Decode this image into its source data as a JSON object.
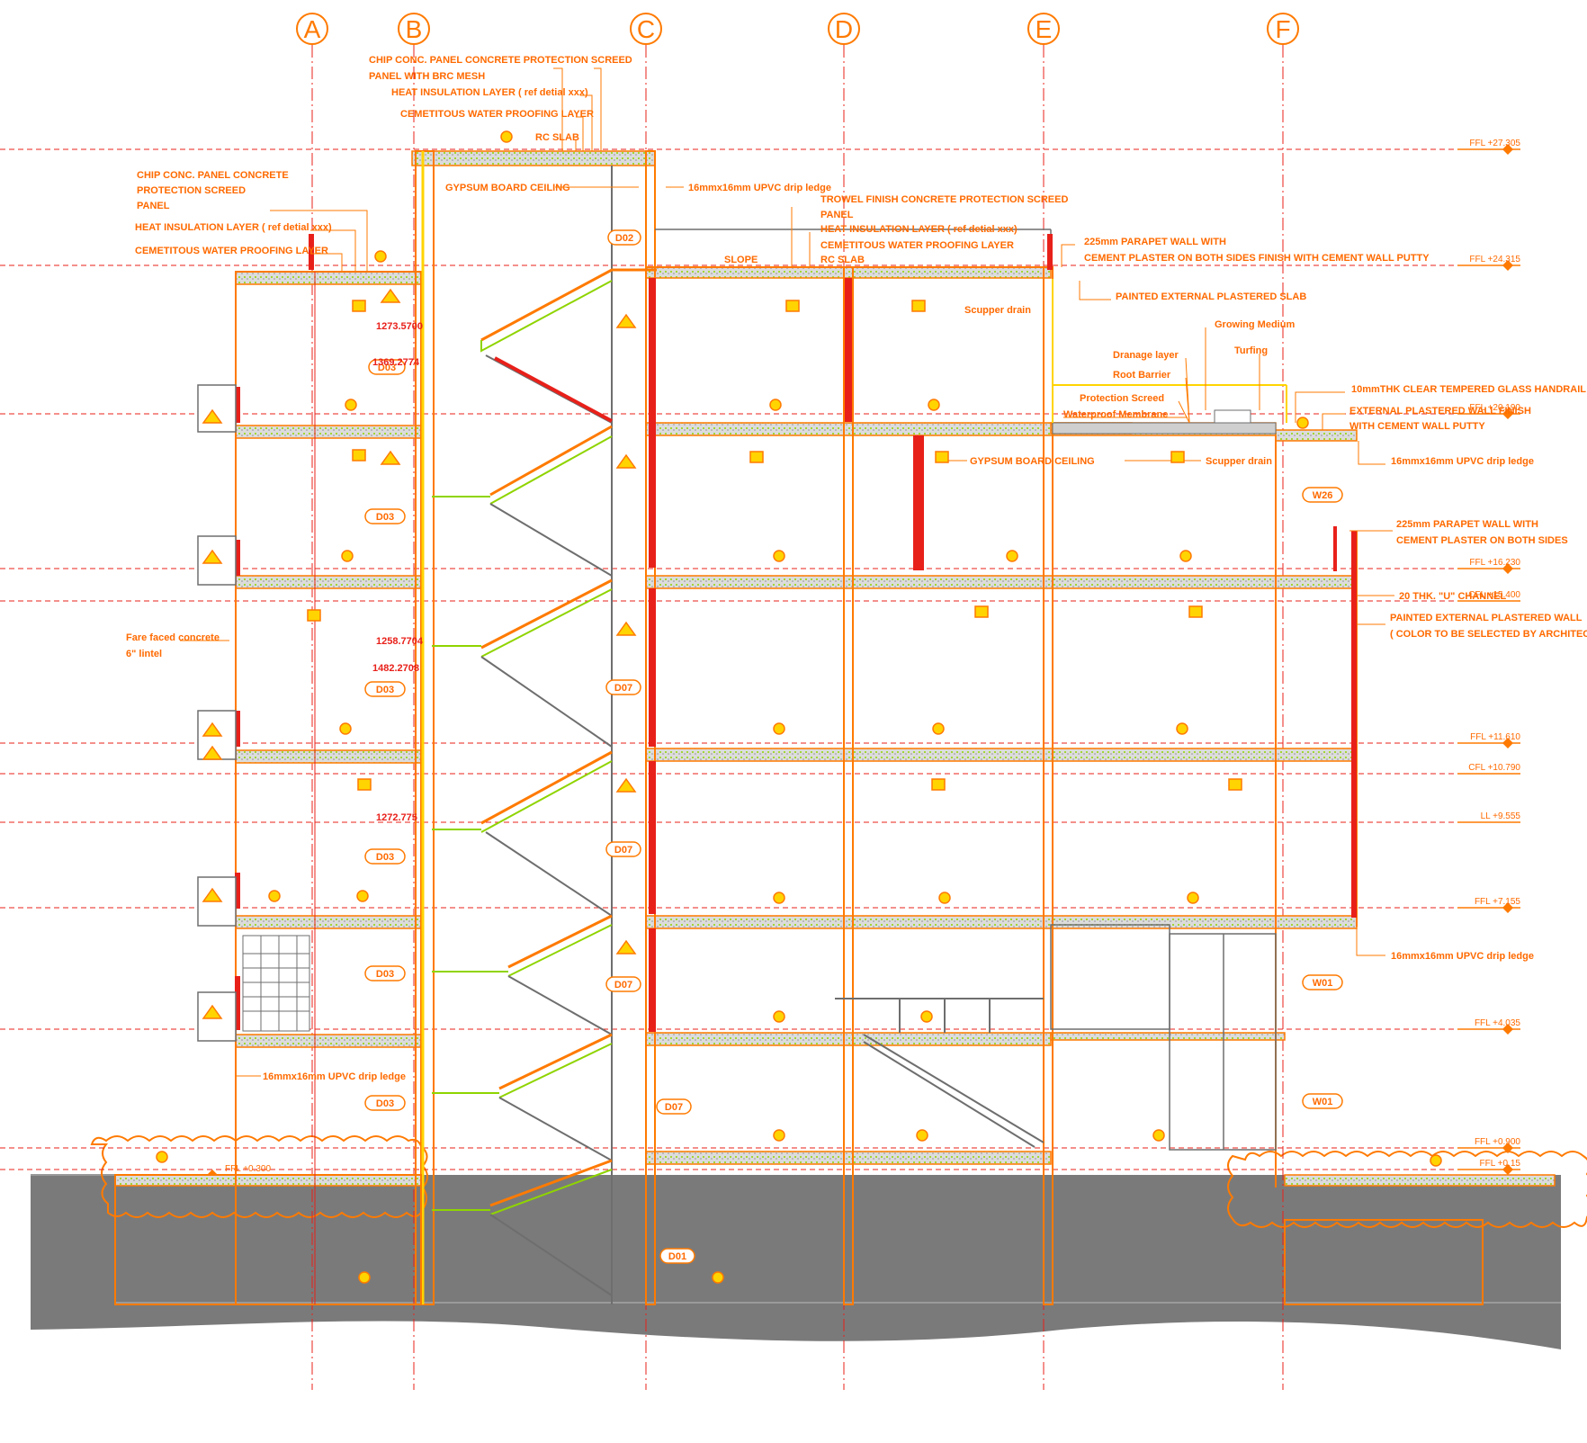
{
  "colors": {
    "orange": "#ff7a00",
    "red": "#e8201a",
    "green": "#8fd400",
    "yellow": "#ffd400",
    "grey": "#6e6e6e",
    "dark": "#7a7a7a",
    "ground": "#7a7a7a"
  },
  "grid": [
    "A",
    "B",
    "C",
    "D",
    "E",
    "F"
  ],
  "levels": {
    "l1": "FFL +27.305",
    "l2": "FFL +24.315",
    "l3": "FFL +20.190",
    "l4": "FFL +16.230",
    "l5": "CFL +15.400",
    "l6": "FFL +11.610",
    "l7": "CFL +10.790",
    "l8": "LL +9.555",
    "l9": "FFL +7.155",
    "l10": "FFL +4.035",
    "l11": "FFL +0.900",
    "l12": "FFL +0.15",
    "l13": "FFL +0.300"
  },
  "notes": {
    "n1": "CHIP CONC. PANEL CONCRETE  PROTECTION SCREED",
    "n2": "PANEL WITH BRC MESH",
    "n3": "HEAT INSULATION LAYER ( ref detial xxx)",
    "n4": "CEMETITOUS WATER PROOFING LAYER",
    "n5": "RC SLAB",
    "n6": "GYPSUM BOARD CEILING",
    "n7": "16mmx16mm UPVC drip ledge",
    "n8": "CHIP CONC. PANEL CONCRETE",
    "n9": "PROTECTION SCREED",
    "n10": "PANEL",
    "n11": "HEAT INSULATION LAYER ( ref detial xxx)",
    "n12": "CEMETITOUS WATER PROOFING LAYER",
    "n13": "TROWEL FINISH   CONCRETE  PROTECTION SCREED",
    "n14": "PANEL",
    "n15": "HEAT INSULATION LAYER ( ref detial xxx)",
    "n16": "CEMETITOUS WATER PROOFING LAYER",
    "n17": "RC SLAB",
    "n18": "SLOPE",
    "n19": "225mm PARAPET WALL WITH",
    "n20": "CEMENT PLASTER ON BOTH SIDES  FINISH WITH CEMENT WALL PUTTY",
    "n21": "PAINTED EXTERNAL PLASTERED SLAB",
    "n22": "Scupper drain",
    "n23": "Growing Medium",
    "n24": "Turfing",
    "n25": "Dranage layer",
    "n26": "Root Barrier",
    "n27": "Protection Screed",
    "n28": "Waterproof Membrane",
    "n29": "10mmTHK  CLEAR TEMPERED GLASS HANDRAIL",
    "n30": "EXTERNAL PLASTERED WALL FINISH",
    "n31": "WITH CEMENT WALL PUTTY",
    "n32": "16mmx16mm UPVC drip ledge",
    "n33": "GYPSUM BOARD CEILING",
    "n34": "Scupper drain",
    "n35": "225mm PARAPET WALL WITH",
    "n36": "CEMENT PLASTER ON BOTH SIDES",
    "n37": "20 THK. \"U\" CHANNEL",
    "n38": "PAINTED EXTERNAL PLASTERED WALL",
    "n39": "( COLOR TO BE SELECTED BY ARCHITECT )",
    "n40": "Fare faced concrete",
    "n41": "6\" lintel",
    "n42": "16mmx16mm UPVC drip ledge",
    "n43": "16mmx16mm UPVC drip ledge"
  },
  "tags": {
    "t1": "D02",
    "t2": "D03",
    "t3": "D03",
    "t4": "D03",
    "t5": "D03",
    "t6": "D03",
    "t7": "D03",
    "t8": "D07",
    "t9": "D07",
    "t10": "D07",
    "t11": "D07",
    "t12": "D01",
    "t13": "W26",
    "t14": "W01",
    "t15": "W01"
  },
  "dims": {
    "d1": "1273.5700",
    "d2": "1369.2774",
    "d3": "1258.7704",
    "d4": "1482.2708",
    "d5": "1272.775"
  }
}
